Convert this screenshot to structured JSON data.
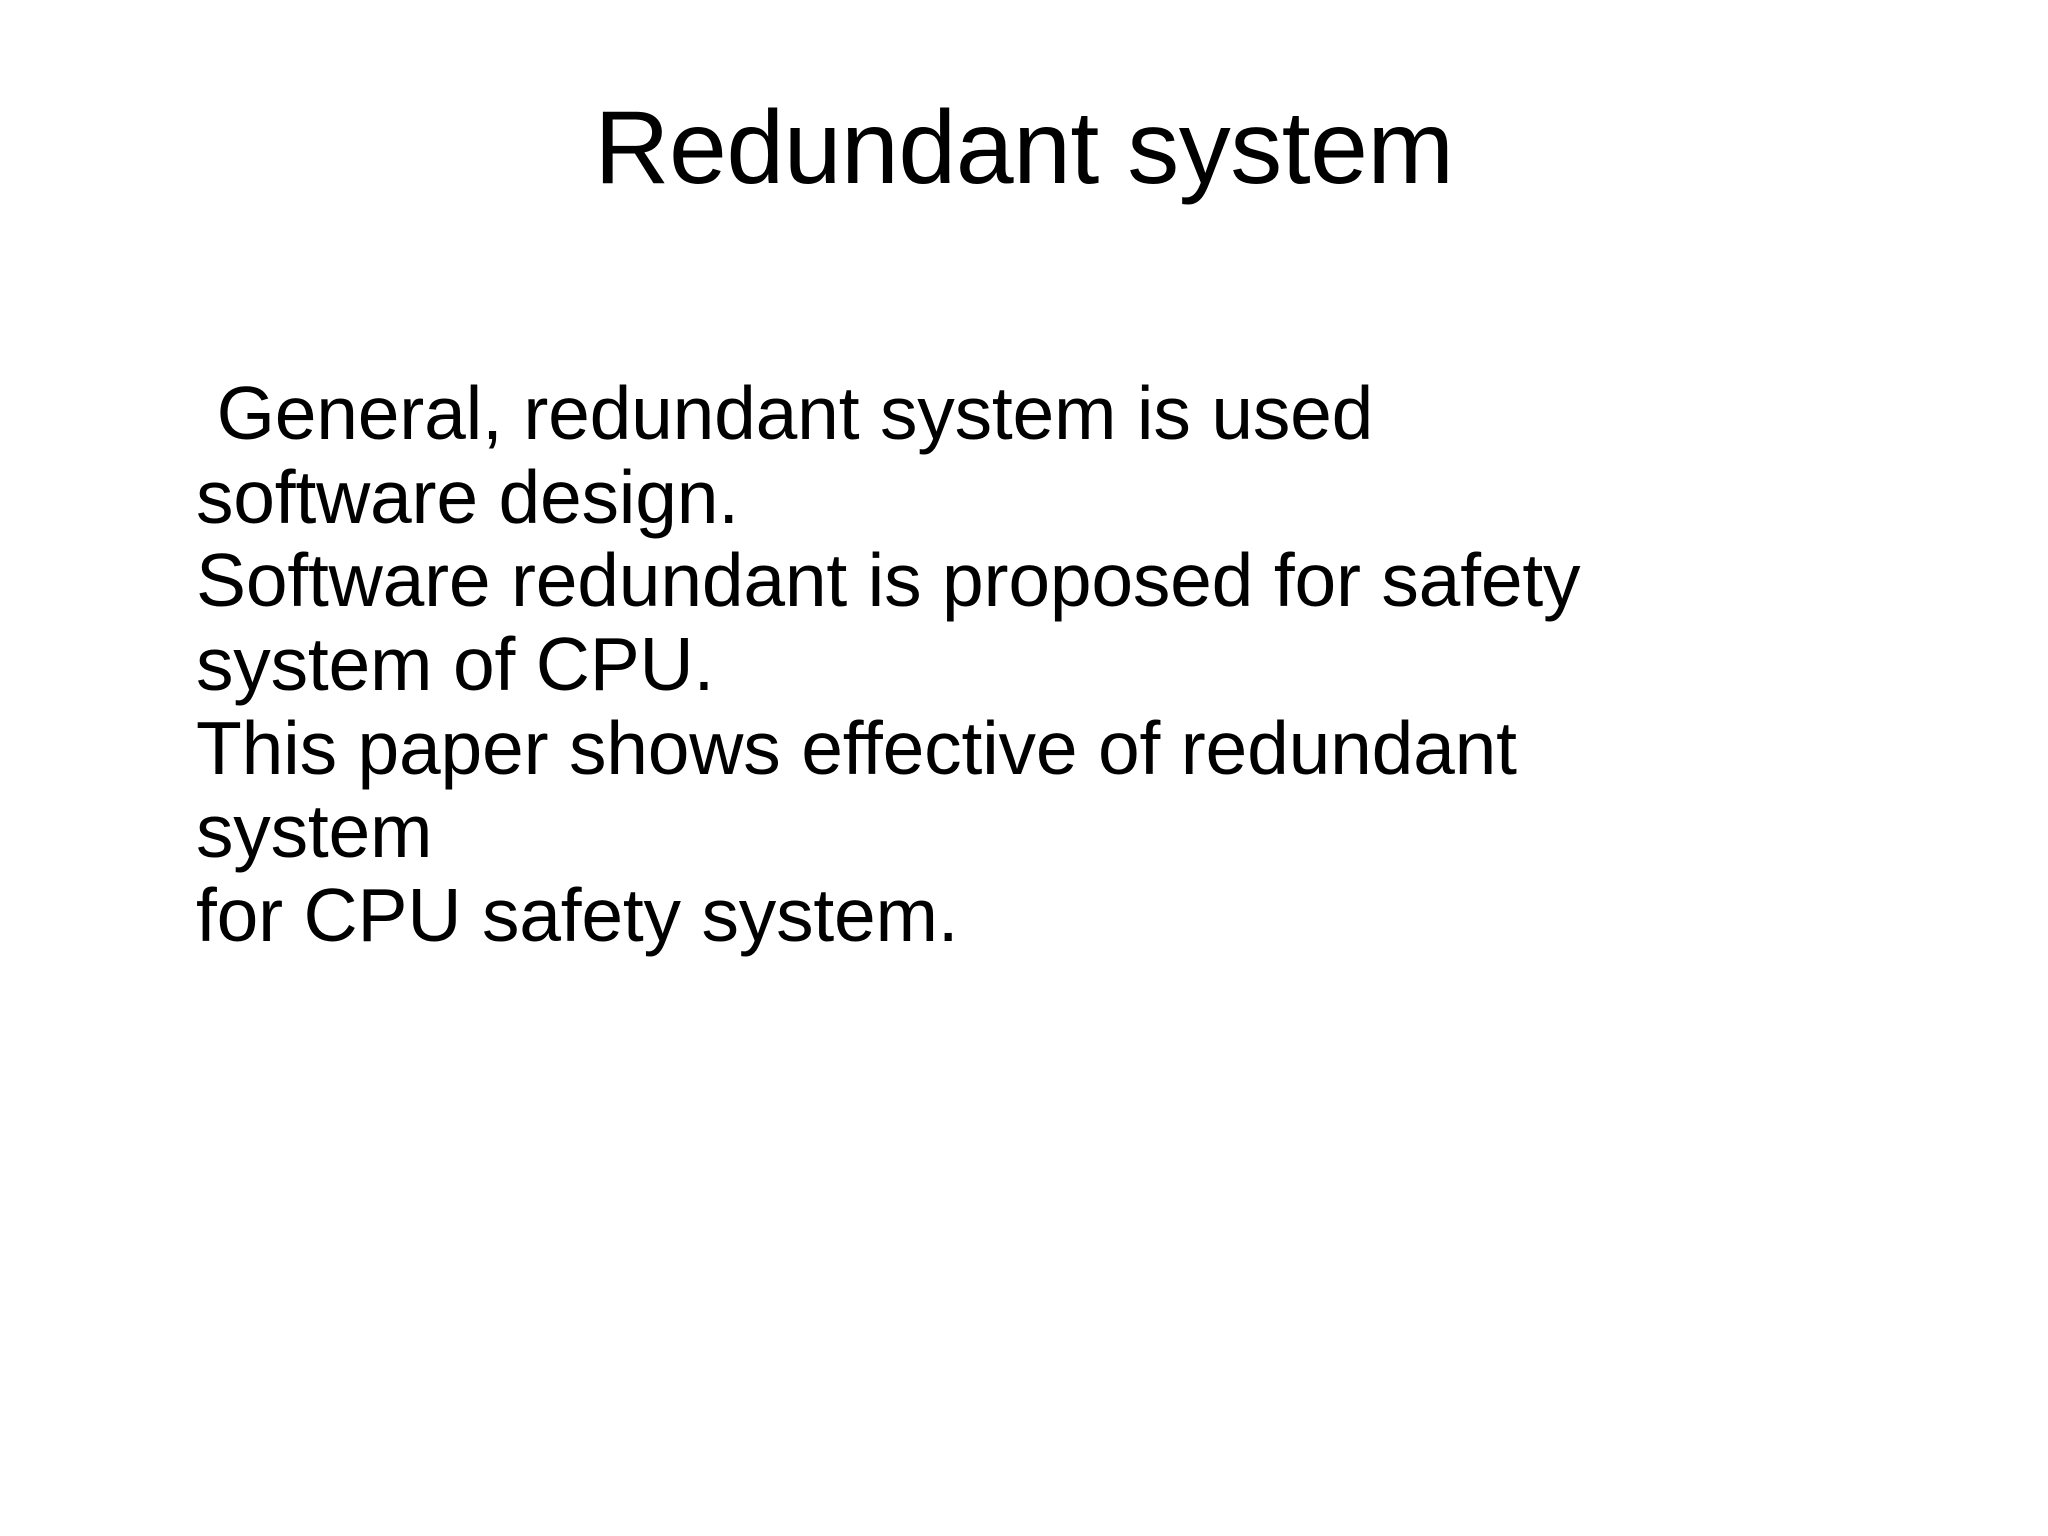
{
  "slide": {
    "background_color": "#ffffff",
    "text_color": "#000000",
    "title": "Redundant system",
    "body_lines": [
      " General, redundant system is used",
      "software design.",
      "Software redundant is proposed for safety",
      "system of CPU.",
      "This paper shows effective of redundant",
      "system",
      "for CPU safety system."
    ]
  }
}
